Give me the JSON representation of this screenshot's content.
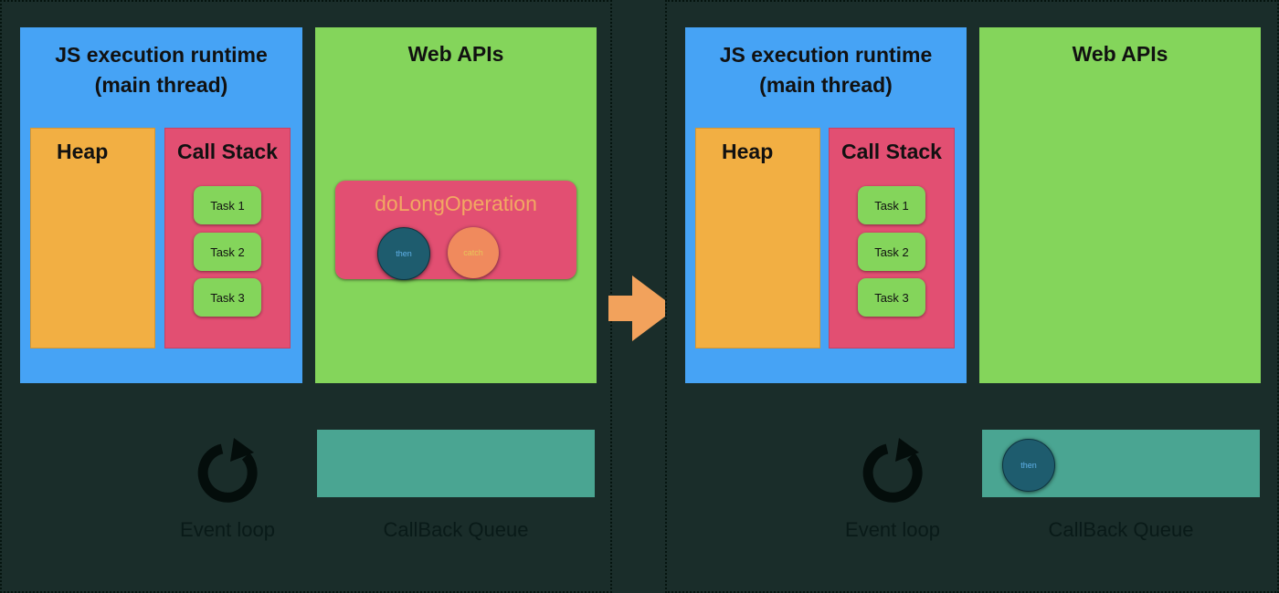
{
  "panels": [
    {
      "runtime_title": "JS execution runtime\n(main thread)",
      "runtime_title_line1": "JS execution runtime",
      "runtime_title_line2": "(main thread)",
      "heap_label": "Heap",
      "call_stack_label": "Call Stack",
      "tasks": [
        "Task 1",
        "Task 2",
        "Task 3"
      ],
      "web_apis_label": "Web APIs",
      "promise": {
        "name": "doLongOperation",
        "then": "then",
        "catch": "catch"
      },
      "event_loop_label": "Event loop",
      "callback_queue_label": "CallBack Queue"
    },
    {
      "runtime_title_line1": "JS execution runtime",
      "runtime_title_line2": "(main thread)",
      "heap_label": "Heap",
      "call_stack_label": "Call Stack",
      "tasks": [
        "Task 1",
        "Task 2",
        "Task 3"
      ],
      "web_apis_label": "Web APIs",
      "queue_items": [
        "then"
      ],
      "event_loop_label": "Event loop",
      "callback_queue_label": "CallBack Queue"
    }
  ],
  "colors": {
    "background": "#1a2d2a",
    "runtime": "#46a3f5",
    "web_apis": "#84d55b",
    "heap": "#f2af43",
    "call_stack": "#e24f72",
    "task": "#84d55b",
    "queue": "#4aa592",
    "arrow": "#f2a25c"
  },
  "icons": {
    "event_loop": "refresh-icon",
    "transition": "arrow-right-icon"
  }
}
